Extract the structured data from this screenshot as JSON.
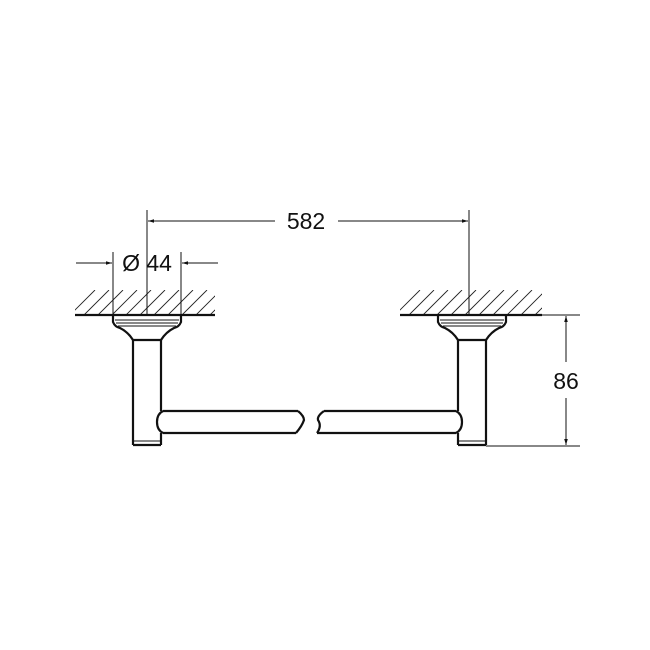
{
  "drawing": {
    "title": "Towel rail technical drawing",
    "units": "mm",
    "line_color": "#111111",
    "background": "#ffffff"
  },
  "dimensions": {
    "length": {
      "label": "582",
      "description": "center-to-center distance between wall mounts"
    },
    "flange_diameter": {
      "symbol": "Ø",
      "value": "44",
      "label": "Ø 44",
      "description": "wall flange diameter"
    },
    "projection": {
      "label": "86",
      "description": "projection from wall"
    }
  },
  "components": [
    {
      "id": "left-wall-mount",
      "description": "left wall flange and post with hatched wall section"
    },
    {
      "id": "right-wall-mount",
      "description": "right wall flange and post with hatched wall section"
    },
    {
      "id": "towel-bar",
      "description": "horizontal bar with break symbol in middle"
    }
  ]
}
